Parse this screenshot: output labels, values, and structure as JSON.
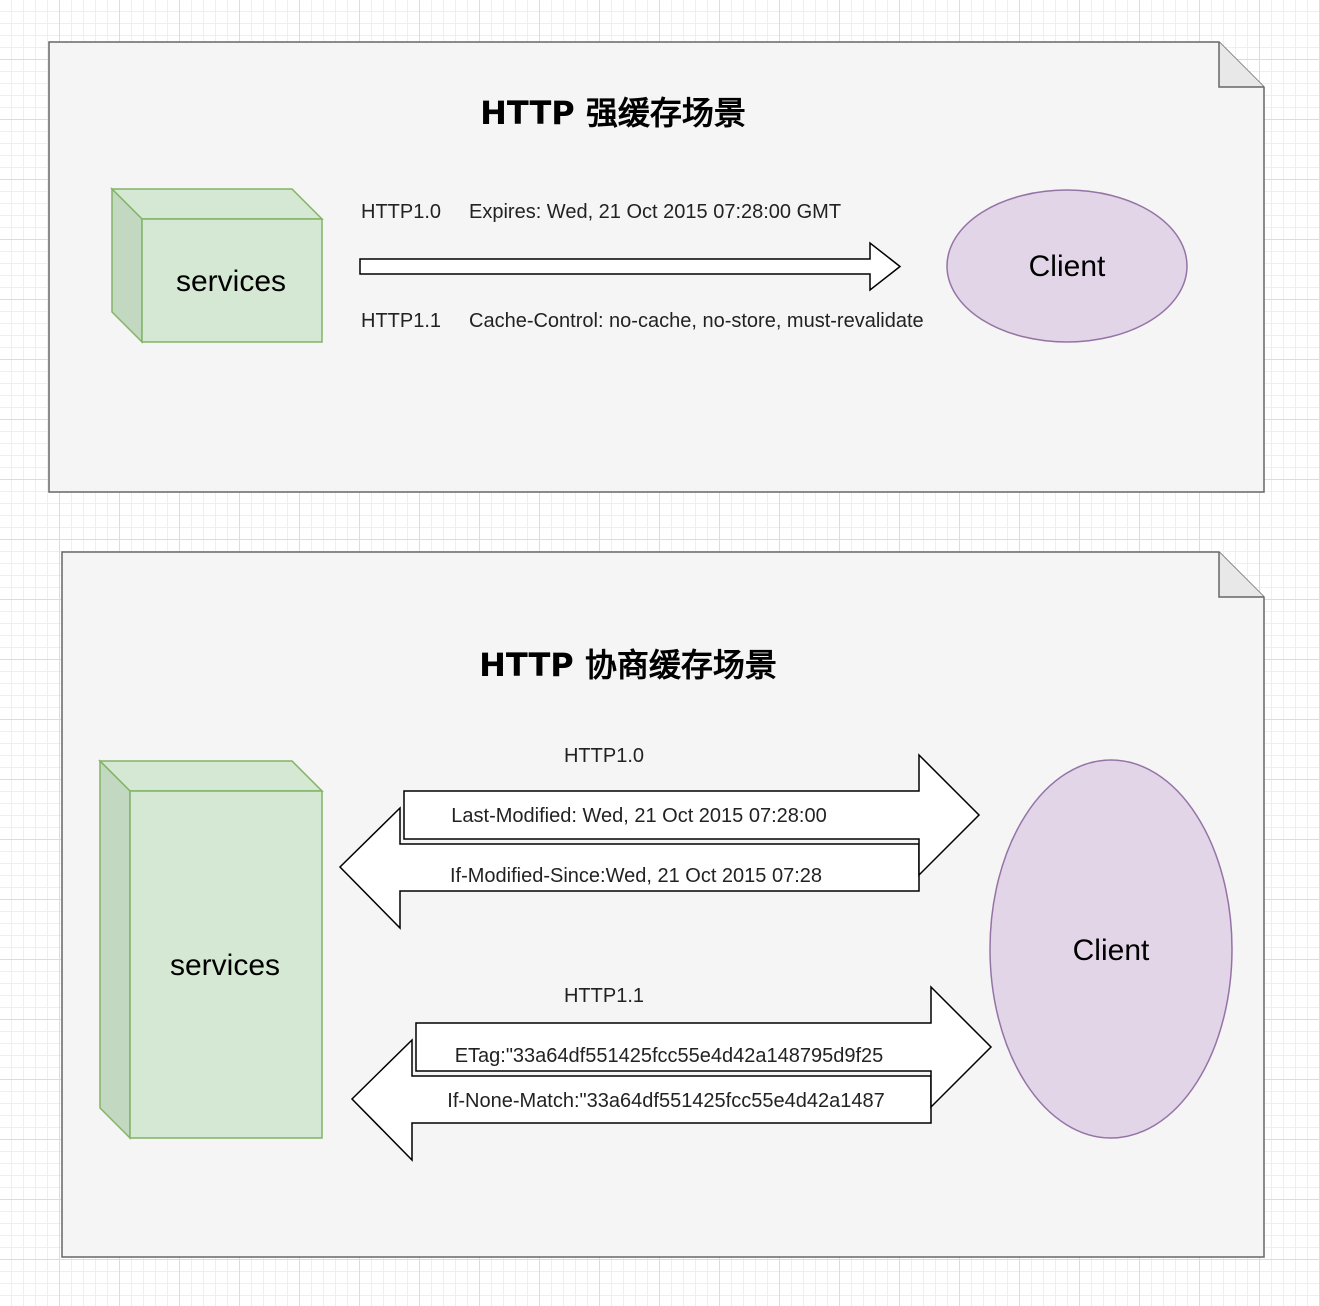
{
  "scenario_strong": {
    "title": "HTTP 强缓存场景",
    "server_label": "services",
    "client_label": "Client",
    "http10_label": "HTTP1.0",
    "http10_header": "Expires: Wed, 21 Oct 2015 07:28:00 GMT",
    "http11_label": "HTTP1.1",
    "http11_header": "Cache-Control: no-cache, no-store, must-revalidate"
  },
  "scenario_negotiated": {
    "title": "HTTP 协商缓存场景",
    "server_label": "services",
    "client_label": "Client",
    "http10_label": "HTTP1.0",
    "http10_response": "Last-Modified: Wed, 21 Oct 2015 07:28:00",
    "http10_request": "If-Modified-Since:Wed, 21 Oct 2015 07:28",
    "http11_label": "HTTP1.1",
    "http11_response": "ETag:\"33a64df551425fcc55e4d42a148795d9f25",
    "http11_request": "If-None-Match:\"33a64df551425fcc55e4d42a1487"
  },
  "colors": {
    "panel_fill": "#f5f5f5",
    "panel_stroke": "#666666",
    "server_fill": "#d5e8d4",
    "server_stroke": "#82b366",
    "client_fill": "#e1d5e7",
    "client_stroke": "#9673a6"
  }
}
